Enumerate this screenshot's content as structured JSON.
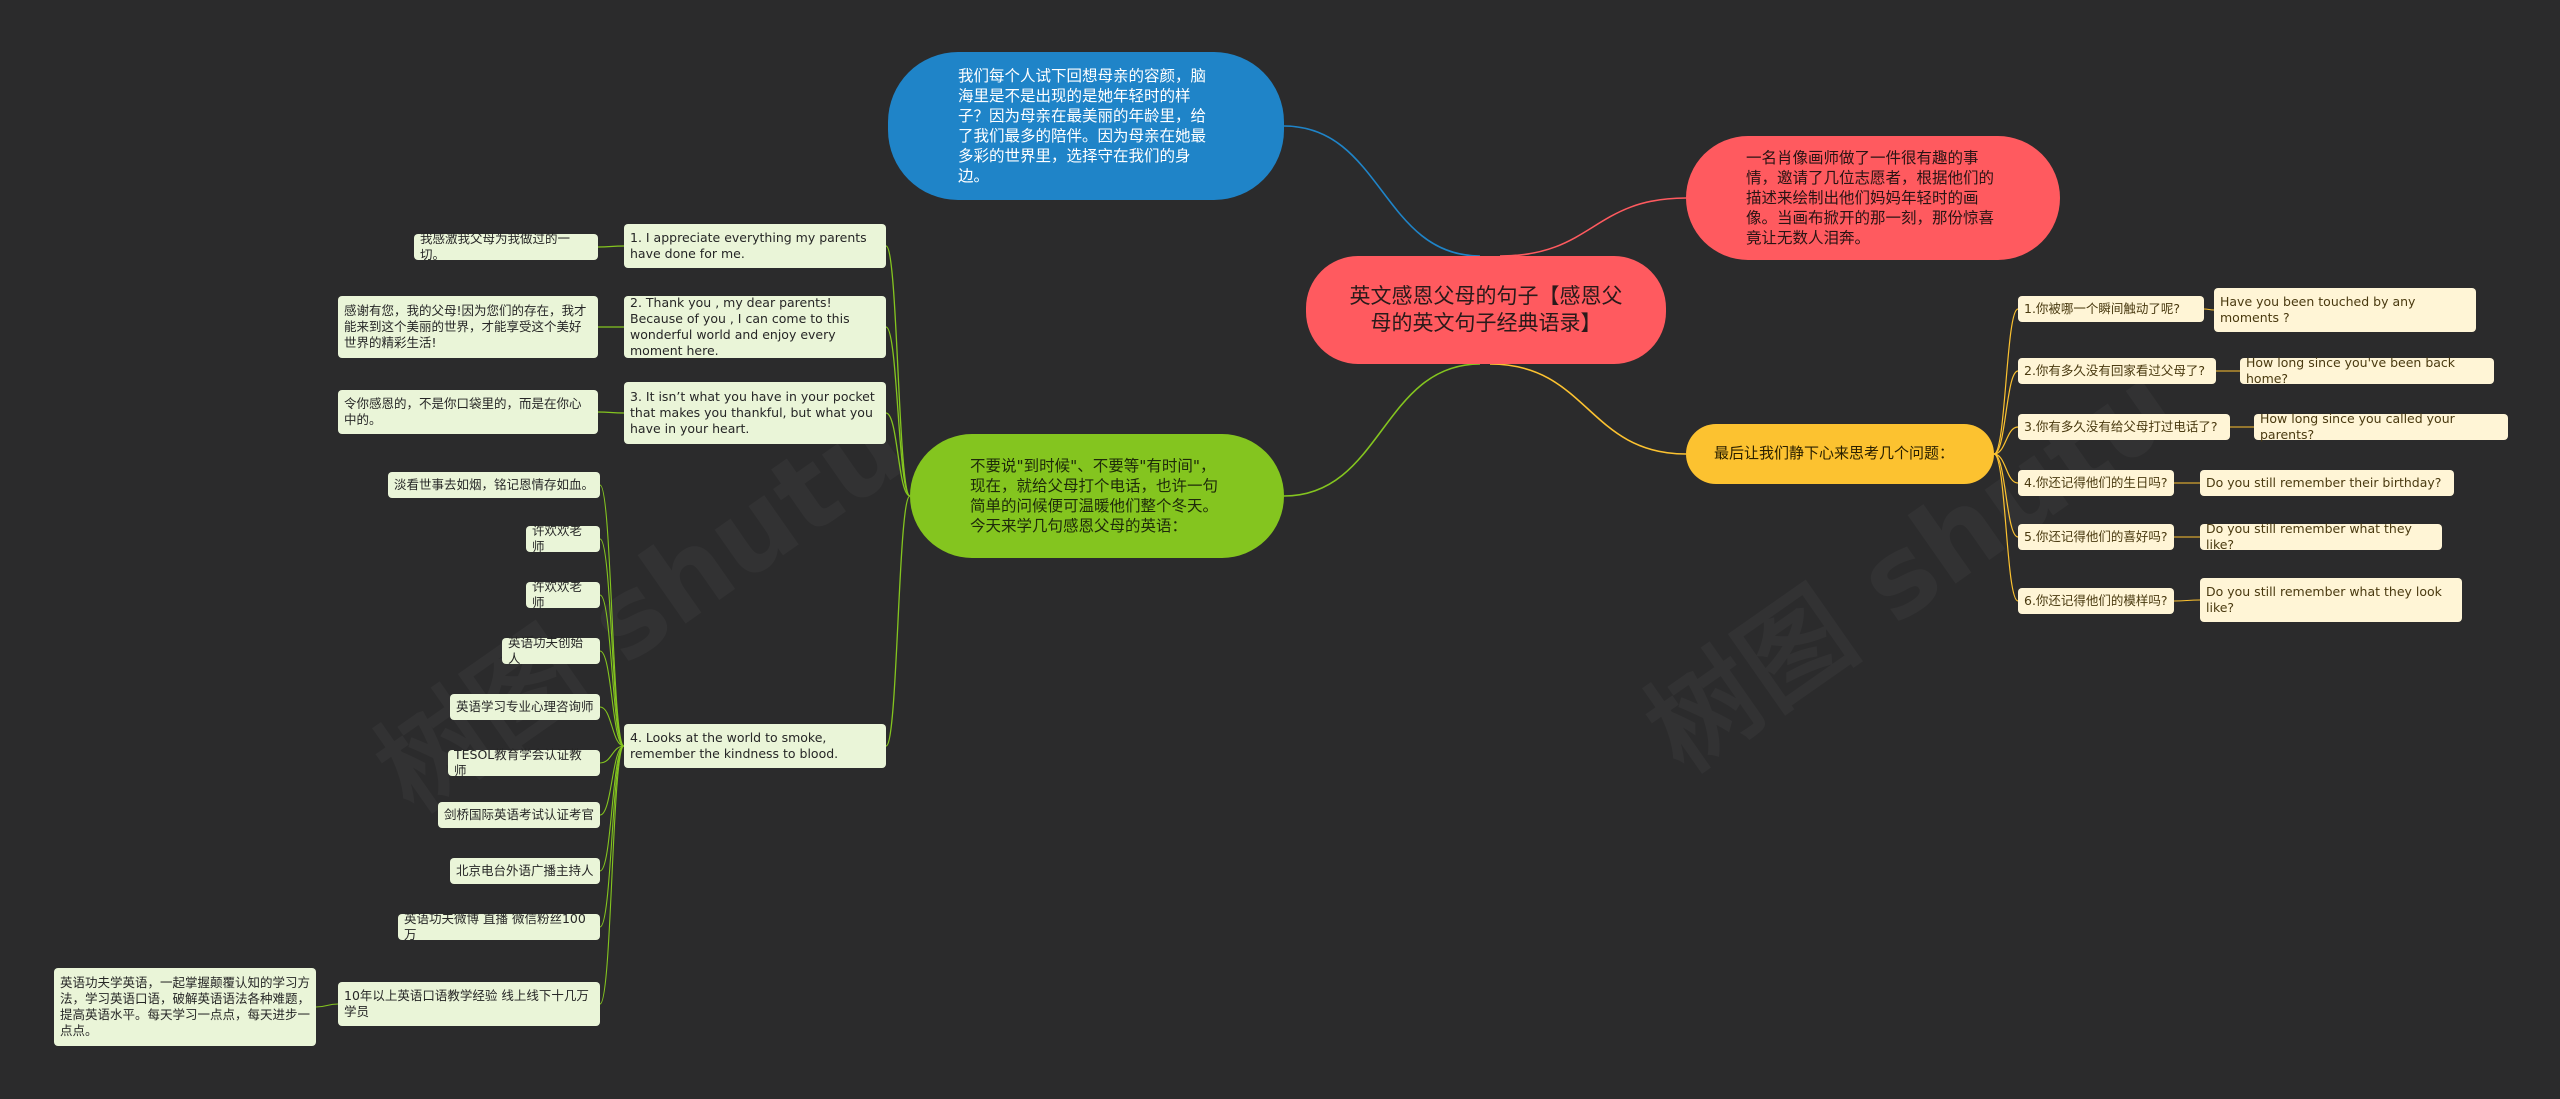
{
  "root": {
    "label": "英文感恩父母的句子【感恩父母的英文句子经典语录】"
  },
  "branches": {
    "blue": {
      "text": "我们每个人试下回想母亲的容颜，脑海里是不是出现的是她年轻时的样子？因为母亲在最美丽的年龄里，给了我们最多的陪伴。因为母亲在她最多彩的世界里，选择守在我们的身边。"
    },
    "red": {
      "text": "一名肖像画师做了一件很有趣的事情，邀请了几位志愿者，根据他们的描述来绘制出他们妈妈年轻时的画像。当画布掀开的那一刻，那份惊喜竟让无数人泪奔。"
    },
    "green": {
      "text": "不要说\"到时候\"、不要等\"有时间\"，现在，就给父母打个电话，也许一句简单的问候便可温暖他们整个冬天。今天来学几句感恩父母的英语："
    },
    "yellow": {
      "text": "最后让我们静下心来思考几个问题："
    }
  },
  "green_children": [
    {
      "en": "1. I appreciate everything my parents have done for me.",
      "zh": "我感激我父母为我做过的一切。"
    },
    {
      "en": "2. Thank you , my dear parents! Because of you , I can come to this wonderful world and enjoy every moment here.",
      "zh": "感谢有您，我的父母!因为您们的存在，我才能来到这个美丽的世界，才能享受这个美好世界的精彩生活!"
    },
    {
      "en": "3. It isn’t what you have in your pocket that makes you thankful, but what you have in your heart.",
      "zh": "令你感恩的，不是你口袋里的，而是在你心中的。"
    },
    {
      "en": "4. Looks at the world to smoke, remember the kindness to blood.",
      "zh": "淡看世事去如烟，铭记恩情存如血。"
    }
  ],
  "item4_tags": [
    "许欢欢老师",
    "许欢欢老师",
    "英语功夫创始人",
    "英语学习专业心理咨询师",
    "TESOL教育学会认证教师",
    "剑桥国际英语考试认证考官",
    "北京电台外语广播主持人",
    "英语功夫微博 直播 微信粉丝100万",
    "10年以上英语口语教学经验 线上线下十几万学员"
  ],
  "teaching_note": "英语功夫学英语，一起掌握颠覆认知的学习方法，学习英语口语，破解英语语法各种难题，提高英语水平。每天学习一点点，每天进步一点点。",
  "questions": [
    {
      "zh": "1.你被哪一个瞬间触动了呢?",
      "en": "Have you been touched by any moments ?"
    },
    {
      "zh": "2.你有多久没有回家看过父母了?",
      "en": "How long since you've been back home?"
    },
    {
      "zh": "3.你有多久没有给父母打过电话了?",
      "en": "How long since you called your parents?"
    },
    {
      "zh": "4.你还记得他们的生日吗?",
      "en": "Do you still remember their birthday?"
    },
    {
      "zh": "5.你还记得他们的喜好吗?",
      "en": "Do you still remember what they like?"
    },
    {
      "zh": "6.你还记得他们的模样吗?",
      "en": "Do you still remember what they look like?"
    }
  ],
  "colors": {
    "background": "#2b2b2c",
    "root": "#ff5a5f",
    "blue": "#1f84c8",
    "red": "#ff5a5f",
    "green": "#84c51f",
    "yellow": "#fcc230",
    "leaf_green": "#eaf5d8",
    "leaf_yellow": "#fff5d6"
  }
}
